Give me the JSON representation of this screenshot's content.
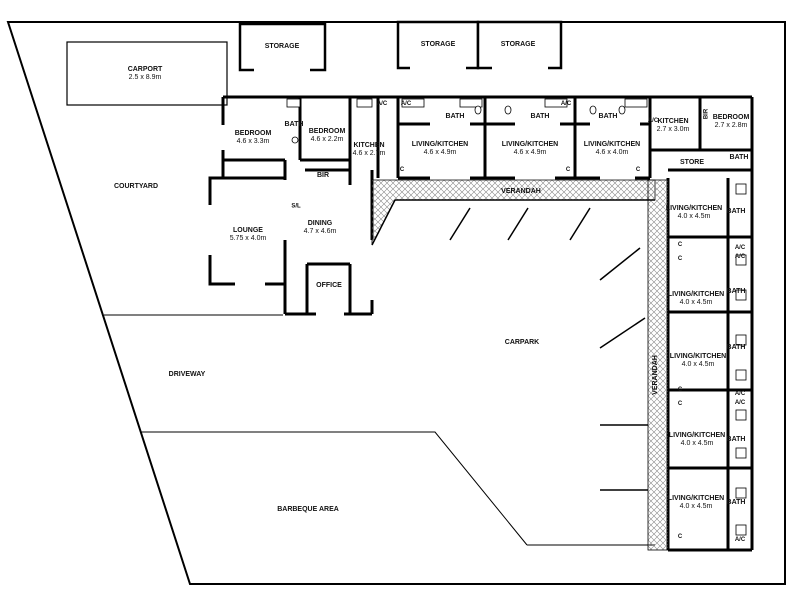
{
  "areas": {
    "carport": {
      "name": "CARPORT",
      "dims": "2.5 x 8.9m"
    },
    "storage1": {
      "name": "STORAGE"
    },
    "storage2": {
      "name": "STORAGE"
    },
    "storage3": {
      "name": "STORAGE"
    },
    "courtyard": {
      "name": "COURTYARD"
    },
    "driveway": {
      "name": "DRIVEWAY"
    },
    "barbeque": {
      "name": "BARBEQUE AREA"
    },
    "carpark": {
      "name": "CARPARK"
    },
    "verandah_top": {
      "name": "VERANDAH"
    },
    "verandah_side": {
      "name": "VERANDAH"
    }
  },
  "rooms": {
    "bedroom1": {
      "name": "BEDROOM",
      "dims": "4.6 x 3.3m"
    },
    "bedroom2": {
      "name": "BEDROOM",
      "dims": "4.6 x 2.2m"
    },
    "bath_main": {
      "name": "BATH"
    },
    "bir_main": {
      "name": "BIR"
    },
    "kitchen_main": {
      "name": "KITCHEN",
      "dims": "4.6 x 2.7m"
    },
    "lounge": {
      "name": "LOUNGE",
      "dims": "5.75 x 4.0m"
    },
    "dining": {
      "name": "DINING",
      "dims": "4.7 x 4.6m"
    },
    "sl": {
      "name": "S/L"
    },
    "office": {
      "name": "OFFICE"
    },
    "unit_a": {
      "name": "LIVING/KITCHEN",
      "dims": "4.6 x 4.9m"
    },
    "unit_b": {
      "name": "LIVING/KITCHEN",
      "dims": "4.6 x 4.9m"
    },
    "unit_c": {
      "name": "LIVING/KITCHEN",
      "dims": "4.6 x 4.0m"
    },
    "bath_a": {
      "name": "BATH"
    },
    "bath_b": {
      "name": "BATH"
    },
    "bath_c": {
      "name": "BATH"
    },
    "kitchen_d": {
      "name": "KITCHEN",
      "dims": "2.7 x 3.0m"
    },
    "bedroom_d": {
      "name": "BEDROOM",
      "dims": "2.7 x 2.8m"
    },
    "bir_d": {
      "name": "BIR"
    },
    "store": {
      "name": "STORE"
    },
    "bath_d": {
      "name": "BATH"
    },
    "side_units": [
      {
        "name": "LIVING/KITCHEN",
        "dims": "4.0 x 4.5m",
        "bath": "BATH"
      },
      {
        "name": "LIVING/KITCHEN",
        "dims": "4.0 x 4.5m",
        "bath": "BATH"
      },
      {
        "name": "LIVING/KITCHEN",
        "dims": "4.0 x 4.5m",
        "bath": "BATH"
      },
      {
        "name": "LIVING/KITCHEN",
        "dims": "4.0 x 4.5m",
        "bath": "BATH"
      },
      {
        "name": "LIVING/KITCHEN",
        "dims": "4.0 x 4.5m",
        "bath": "BATH"
      }
    ]
  },
  "codes": {
    "ac": "A/C",
    "c": "C"
  }
}
